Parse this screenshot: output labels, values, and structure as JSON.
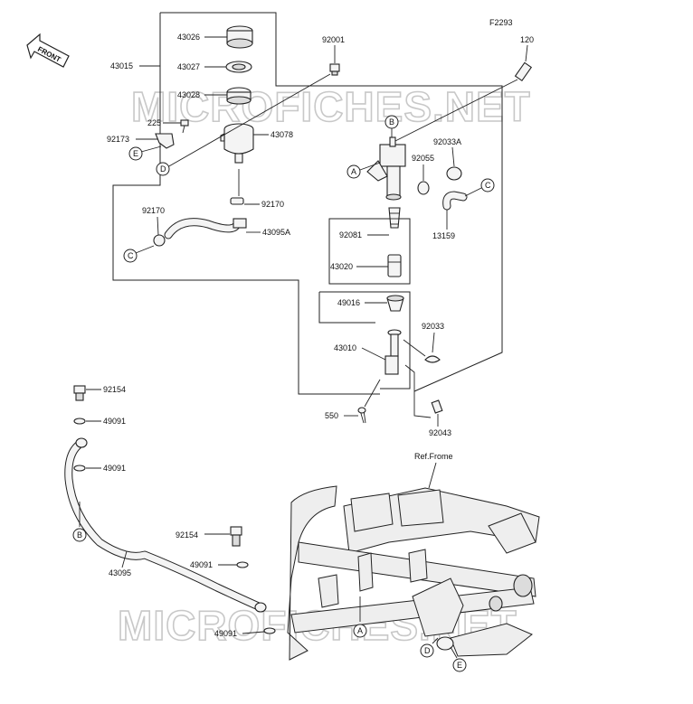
{
  "figure_code": "F2293",
  "watermark": "MICROFICHES.NET",
  "front_arrow": "FRONT",
  "ref_frame": "Ref.Frome",
  "part_labels": {
    "p43026": "43026",
    "p43027": "43027",
    "p43028": "43028",
    "p43015": "43015",
    "p225": "225",
    "p92173": "92173",
    "p43078": "43078",
    "p92001": "92001",
    "p120": "120",
    "p92170a": "92170",
    "p92170b": "92170",
    "p43095A": "43095A",
    "p92033A": "92033A",
    "p92055": "92055",
    "p13159": "13159",
    "p92081": "92081",
    "p43020": "43020",
    "p49016": "49016",
    "p92033": "92033",
    "p43010": "43010",
    "p550": "550",
    "p92043": "92043",
    "p92154a": "92154",
    "p49091a": "49091",
    "p49091b": "49091",
    "p43095": "43095",
    "p92154b": "92154",
    "p49091c": "49091",
    "p49091d": "49091"
  },
  "callouts": {
    "A": "A",
    "B": "B",
    "C": "C",
    "D": "D",
    "E": "E"
  }
}
